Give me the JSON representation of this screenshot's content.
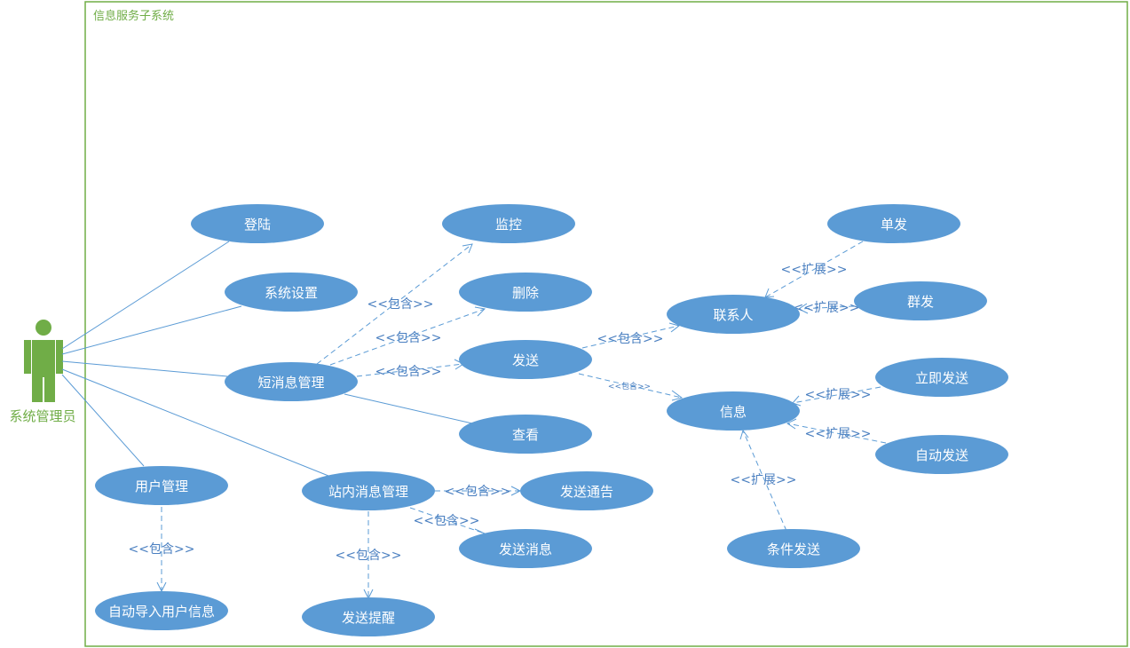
{
  "system": {
    "title": "信息服务子系统"
  },
  "actor": {
    "label": "系统管理员"
  },
  "colors": {
    "usecase_fill": "#5b9bd5",
    "line": "#5b9bd5",
    "label": "#4a7fc0",
    "boundary": "#70ad47",
    "actor": "#70ad47"
  },
  "usecases": {
    "login": "登陆",
    "settings": "系统设置",
    "sms_mgmt": "短消息管理",
    "user_mgmt": "用户管理",
    "auto_import": "自动导入用户信息",
    "site_msg_mgmt": "站内消息管理",
    "send_remind": "发送提醒",
    "monitor": "监控",
    "delete": "删除",
    "send": "发送",
    "view": "查看",
    "send_notice": "发送通告",
    "send_message": "发送消息",
    "contact": "联系人",
    "info": "信息",
    "single": "单发",
    "group": "群发",
    "instant": "立即发送",
    "auto_send": "自动发送",
    "conditional": "条件发送"
  },
  "labels": {
    "include": "<<包含>>",
    "extend": "<<扩展>>"
  }
}
